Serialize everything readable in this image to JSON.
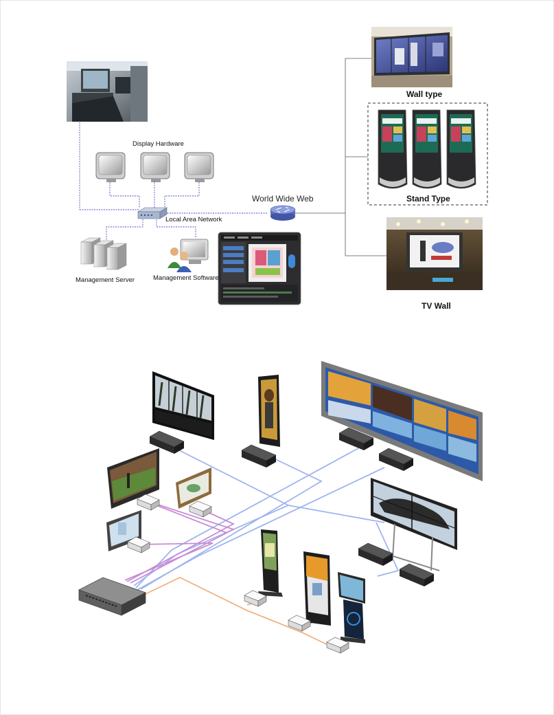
{
  "labels": {
    "display_hardware": "Display Hardware",
    "local_area_network": "Local Area Network",
    "world_wide_web": "World Wide Web",
    "management_server": "Management Server",
    "management_software": "Management Software",
    "wall_type": "Wall type",
    "stand_type": "Stand Type",
    "tv_wall": "TV Wall"
  },
  "colors": {
    "lan_line": "#4b4bc8",
    "www_line": "#555555",
    "blue_cable": "#9fb4ef",
    "purple_cable": "#c98ad6",
    "orange_cable": "#f0b27f"
  }
}
